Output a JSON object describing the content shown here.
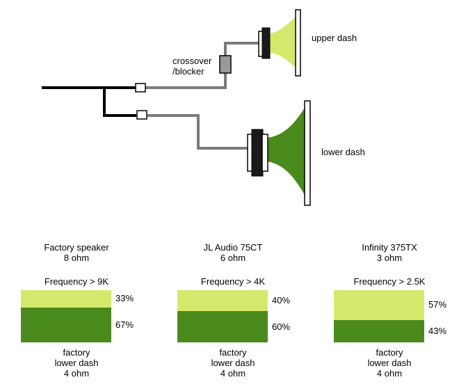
{
  "labels": {
    "crossover_line1": "crossover",
    "crossover_line2": "/blocker",
    "upper_dash": "upper dash",
    "lower_dash": "lower dash"
  },
  "colors": {
    "tweeter_fill": "#d4e96c",
    "woofer_fill": "#4a8a1c",
    "wire_main": "#000000",
    "wire_branch": "#777777",
    "crossover_body": "#999999"
  },
  "panels": [
    {
      "name_line1": "Factory speaker",
      "name_line2": "8 ohm",
      "frequency": "Frequency > 9K",
      "upper_percent": 33,
      "upper_label": "33%",
      "lower_percent": 67,
      "lower_label": "67%",
      "foot_line1": "factory",
      "foot_line2": "lower dash",
      "foot_line3": "4 ohm"
    },
    {
      "name_line1": "JL Audio 75CT",
      "name_line2": "6 ohm",
      "frequency": "Frequency > 4K",
      "upper_percent": 40,
      "upper_label": "40%",
      "lower_percent": 60,
      "lower_label": "60%",
      "foot_line1": "factory",
      "foot_line2": "lower dash",
      "foot_line3": "4 ohm"
    },
    {
      "name_line1": "Infinity 375TX",
      "name_line2": "3 ohm",
      "frequency": "Frequency > 2.5K",
      "upper_percent": 57,
      "upper_label": "57%",
      "lower_percent": 43,
      "lower_label": "43%",
      "foot_line1": "factory",
      "foot_line2": "lower dash",
      "foot_line3": "4 ohm"
    }
  ]
}
